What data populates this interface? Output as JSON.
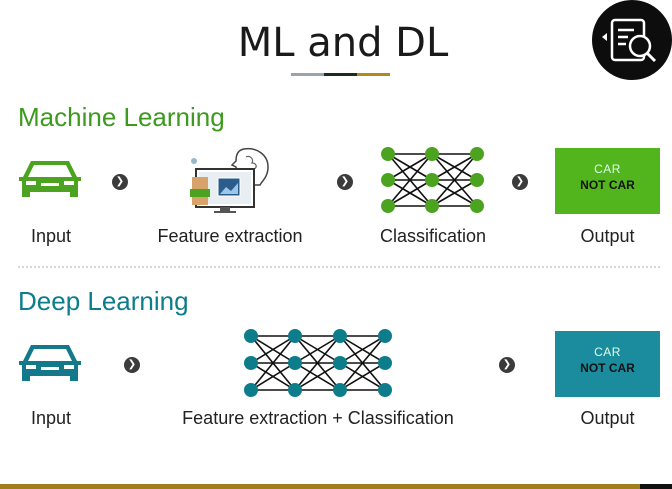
{
  "header": {
    "title": "ML and DL",
    "underline_colors": [
      "#9aa4ad",
      "#1d2b1f",
      "#b08a1e"
    ],
    "corner_icon": "search-document-icon"
  },
  "ml": {
    "title": "Machine Learning",
    "color": "#3d9a1e",
    "steps": [
      {
        "label": "Input",
        "icon": "car-icon"
      },
      {
        "label": "Feature extraction",
        "icon": "human-feature-extraction-icon"
      },
      {
        "label": "Classification",
        "icon": "neural-network-icon"
      },
      {
        "label": "Output",
        "icon": "output-box"
      }
    ],
    "output": {
      "line1": "CAR",
      "line2": "NOT CAR",
      "color": "#53b51d"
    }
  },
  "dl": {
    "title": "Deep Learning",
    "color": "#0e7d8b",
    "steps": [
      {
        "label": "Input",
        "icon": "car-icon"
      },
      {
        "label": "Feature extraction + Classification",
        "icon": "deep-neural-network-icon"
      },
      {
        "label": "Output",
        "icon": "output-box"
      }
    ],
    "output": {
      "line1": "CAR",
      "line2": "NOT CAR",
      "color": "#1a8c9e"
    }
  },
  "arrow_icon": "chevron-right-circle-icon",
  "bottom_bar_colors": [
    "#a07f1a",
    "#111111"
  ]
}
